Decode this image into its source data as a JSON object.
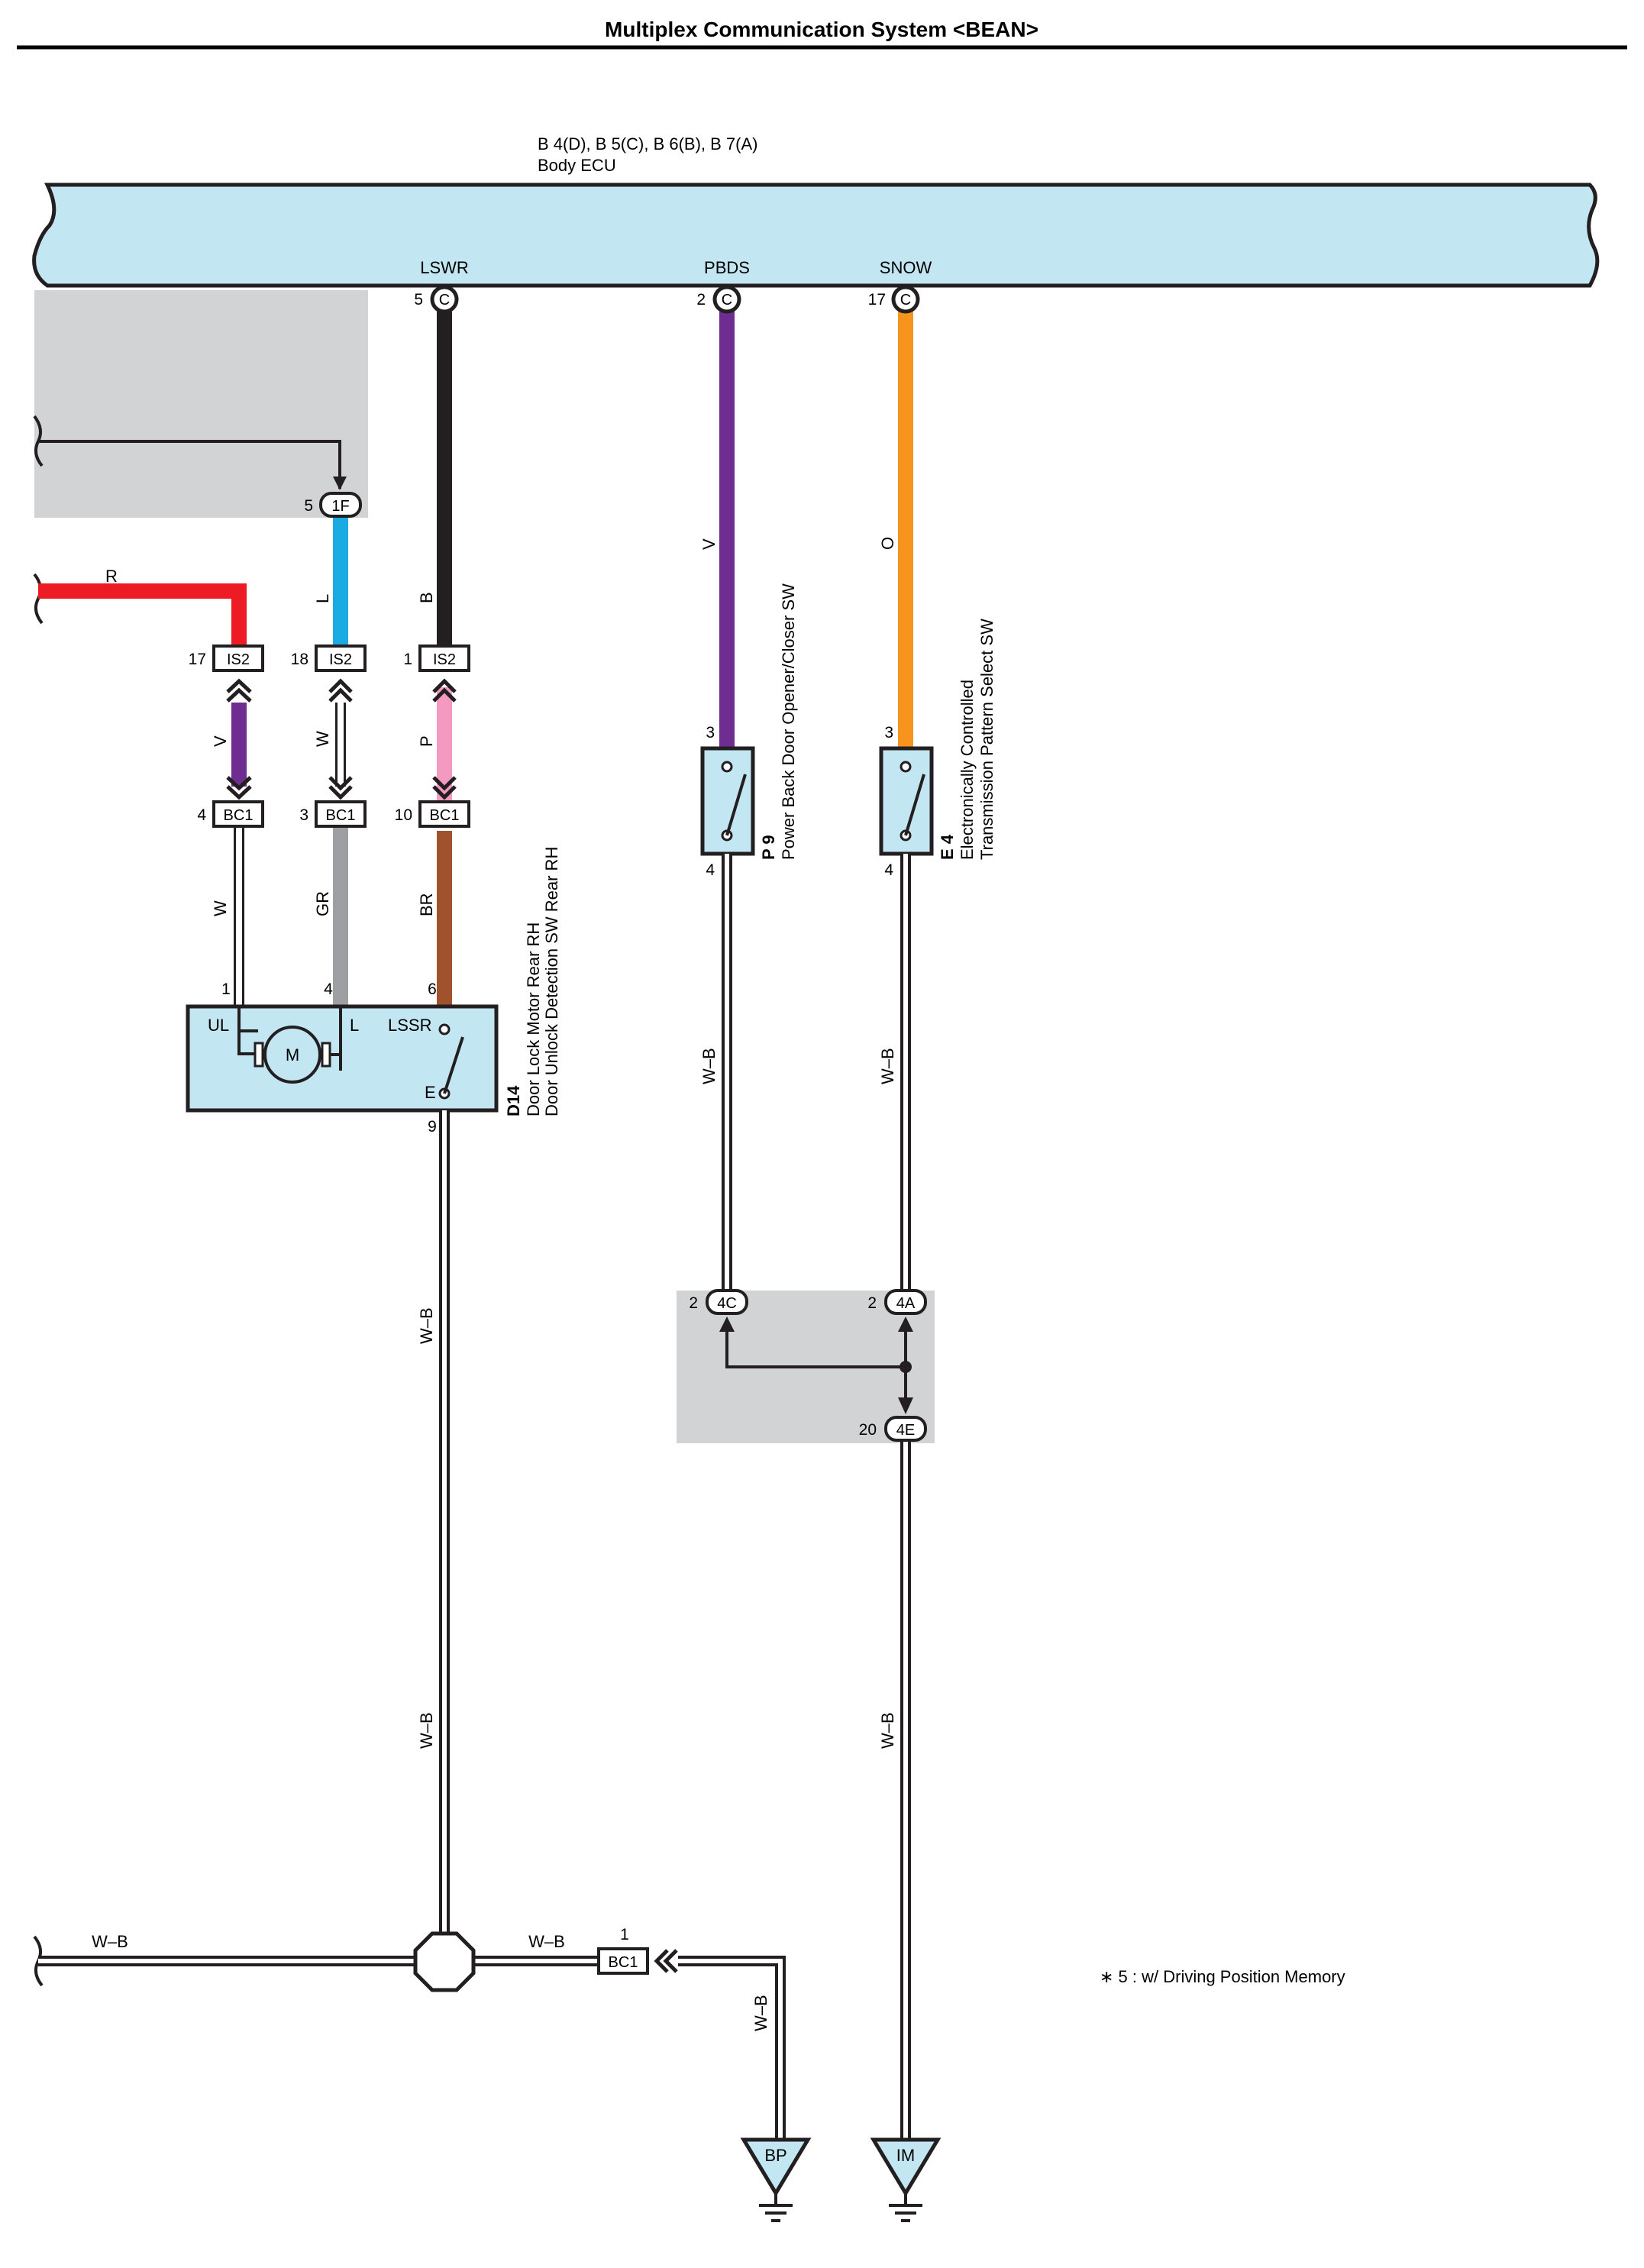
{
  "page": {
    "title": "Multiplex Communication System <BEAN>"
  },
  "ecu": {
    "connectors": "B 4(D), B 5(C), B 6(B), B 7(A)",
    "name": "Body ECU",
    "terminals": [
      {
        "name": "LSWR",
        "pin": "5",
        "conn": "C"
      },
      {
        "name": "PBDS",
        "pin": "2",
        "conn": "C"
      },
      {
        "name": "SNOW",
        "pin": "17",
        "conn": "C"
      }
    ]
  },
  "wires": {
    "black": "B",
    "pink": "P",
    "brown": "BR",
    "violet_upper": "V",
    "orange": "O",
    "red": "R",
    "blue": "L",
    "violet_lower": "V",
    "white_upper": "W",
    "white_lower": "W",
    "gray": "GR",
    "wb_p9": "W–B",
    "wb_e4": "W–B",
    "wb_d14_a": "W–B",
    "wb_d14_b": "W–B",
    "wb_e4_lower": "W–B",
    "wb_left": "W–B",
    "wb_mid": "W–B",
    "wb_bp": "W–B"
  },
  "connectors": {
    "f1": {
      "pin": "5",
      "label": "1F"
    },
    "is2": [
      {
        "pin": "17",
        "label": "IS2"
      },
      {
        "pin": "18",
        "label": "IS2"
      },
      {
        "pin": "1",
        "label": "IS2"
      }
    ],
    "bc1": [
      {
        "pin": "4",
        "label": "BC1"
      },
      {
        "pin": "3",
        "label": "BC1"
      },
      {
        "pin": "10",
        "label": "BC1"
      }
    ],
    "bc1_ground": {
      "pin": "1",
      "label": "BC1"
    },
    "c4c": {
      "pin": "2",
      "label": "4C"
    },
    "c4a": {
      "pin": "2",
      "label": "4A"
    },
    "c4e": {
      "pin": "20",
      "label": "4E"
    }
  },
  "d14": {
    "code": "D14",
    "line1": "Door Lock Motor Rear RH",
    "line2": "Door Unlock Detection SW Rear RH",
    "pin_ul": "1",
    "pin_l": "4",
    "pin_lssr": "6",
    "pin_e": "9",
    "ul": "UL",
    "l": "L",
    "lssr": "LSSR",
    "e": "E",
    "motor": "M"
  },
  "p9": {
    "code": "P 9",
    "name": "Power Back Door Opener/Closer SW",
    "pin_top": "3",
    "pin_bottom": "4"
  },
  "e4": {
    "code": "E 4",
    "line1": "Electronically Controlled",
    "line2": "Transmission Pattern Select SW",
    "pin_top": "3",
    "pin_bottom": "4"
  },
  "grounds": [
    {
      "label": "BP"
    },
    {
      "label": "IM"
    }
  ],
  "note": "∗ 5 : w/ Driving Position Memory",
  "colors": {
    "ecu_fill": "#c3e6f3",
    "shade": "#d2d3d5",
    "black_wire": "#231f20",
    "violet": "#6f2c91",
    "orange": "#f7941d",
    "red": "#ed1c24",
    "blue": "#1aabe2",
    "pink": "#f49ac1",
    "brown": "#a0522d",
    "gray": "#9d9fa2"
  }
}
